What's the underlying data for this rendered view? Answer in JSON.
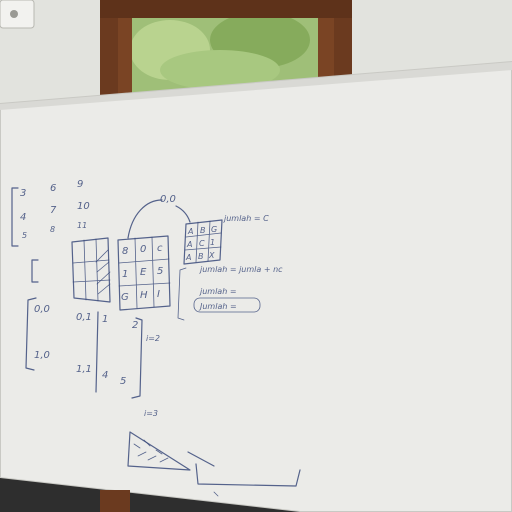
{
  "scene": {
    "description_colors": {
      "wall": "#dfe1dc",
      "window_frame": "#6b3a1f",
      "foliage": "#8fb06a",
      "whiteboard": "#eeeeec",
      "marker_ink": "#3a4a7a"
    }
  },
  "whiteboard": {
    "matrix_left": {
      "rows": [
        [
          "3",
          "6",
          "9"
        ],
        [
          "4",
          "7",
          "10"
        ],
        [
          "5",
          "8",
          "11"
        ]
      ]
    },
    "grid_mid": {
      "cells": [
        [
          "8",
          "0",
          "c"
        ],
        [
          "1",
          "E",
          "5"
        ],
        [
          "G",
          "H",
          "I"
        ]
      ]
    },
    "grid_small": {
      "cells": [
        [
          "A",
          "B",
          "G"
        ],
        [
          "A",
          "C",
          "1"
        ],
        [
          "A",
          "B",
          "X"
        ]
      ]
    },
    "notes": {
      "arrow_label": "0,0",
      "jumlah_c": "jumlah = C",
      "jumlah_eq": "jumlah = jumla + nc",
      "jumlah_b": "jumlah =",
      "jumlah_boxed": "Jumlah =",
      "coord_00": "0,0",
      "coord_01": "0,1",
      "coord_11": "1,1",
      "coord_10": "1,0",
      "num_1": "1",
      "num_2": "2",
      "num_4": "4",
      "num_5": "5",
      "i_eq_2": "i=2",
      "i_eq_3": "i=3"
    }
  }
}
